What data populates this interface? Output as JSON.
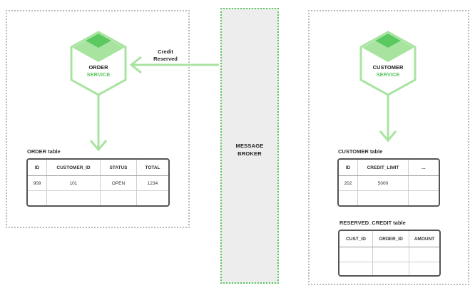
{
  "order_service": {
    "title_line1": "ORDER",
    "title_line2": "SERVICE",
    "table_caption": "ORDER table",
    "table": {
      "headers": [
        "ID",
        "CUSTOMER_ID",
        "STATUS",
        "TOTAL"
      ],
      "rows": [
        [
          "909",
          "101",
          "OPEN",
          "1234"
        ],
        [
          "",
          "",
          "",
          ""
        ]
      ]
    }
  },
  "broker": {
    "line1": "MESSAGE",
    "line2": "BROKER"
  },
  "event": {
    "line1": "Credit",
    "line2": "Reserved"
  },
  "customer_service": {
    "title_line1": "CUSTOMER",
    "title_line2": "SERVICE",
    "customer_table_caption": "CUSTOMER table",
    "customer_table": {
      "headers": [
        "ID",
        "CREDIT_LIMIT",
        "..."
      ],
      "rows": [
        [
          "202",
          "5000",
          ""
        ],
        [
          "",
          "",
          ""
        ]
      ]
    },
    "reserved_table_caption": "RESERVED_CREDIT table",
    "reserved_table": {
      "headers": [
        "CUST_ID",
        "ORDER_ID",
        "AMOUNT"
      ],
      "rows": [
        [
          "",
          "",
          ""
        ],
        [
          "",
          "",
          ""
        ]
      ]
    }
  },
  "colors": {
    "green": "#5cc860",
    "light_green": "#a8e4a0",
    "border_gray": "#b9b9b9"
  }
}
